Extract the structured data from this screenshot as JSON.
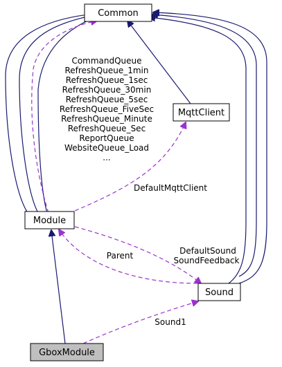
{
  "nodes": {
    "common": "Common",
    "mqttclient": "MqttClient",
    "module": "Module",
    "sound": "Sound",
    "gboxmodule": "GboxModule"
  },
  "edge_labels": {
    "module_common_queues": [
      "CommandQueue",
      "RefreshQueue_1min",
      "RefreshQueue_1sec",
      "RefreshQueue_30min",
      "RefreshQueue_5sec",
      "RefreshQueue_FiveSec",
      "RefreshQueue_Minute",
      "RefreshQueue_Sec",
      "ReportQueue",
      "WebsiteQueue_Load",
      "..."
    ],
    "default_mqtt_client": "DefaultMqttClient",
    "parent": "Parent",
    "default_sound": "DefaultSound",
    "sound_feedback": "SoundFeedback",
    "sound1": "Sound1"
  },
  "colors": {
    "inheritance_edge": "#191970",
    "usage_edge": "#9a32cd",
    "highlight_node_fill": "#bfbfbf"
  }
}
